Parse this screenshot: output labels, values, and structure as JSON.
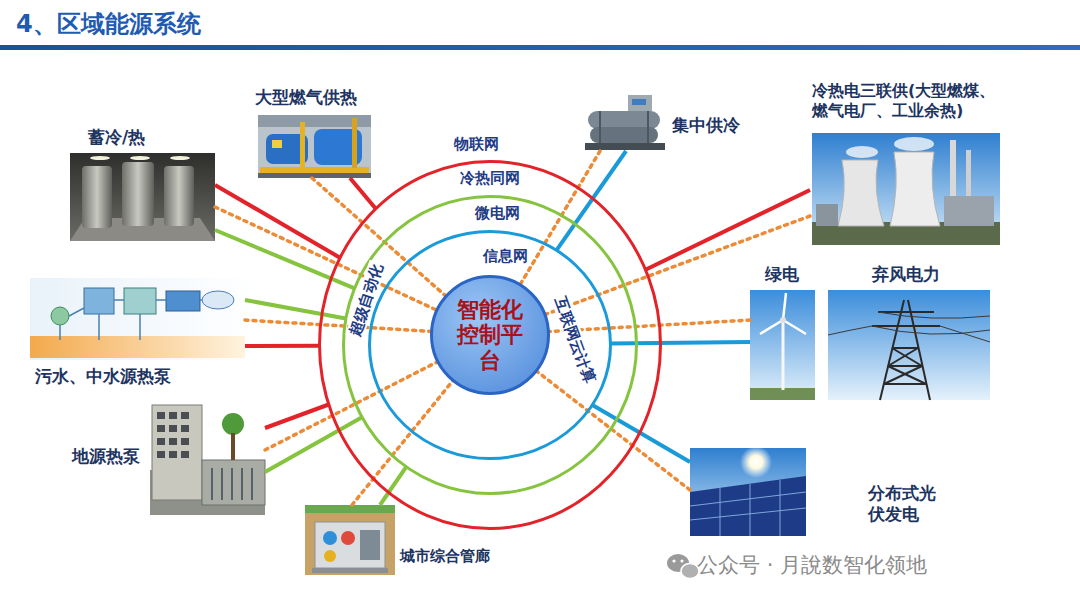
{
  "diagram": {
    "title": "4、区域能源系统",
    "nodes": [
      {
        "text": [
          "物联网",
          "冷热同网"
        ]
      },
      {
        "text": [
          "微电网",
          "超级自动化"
        ],
        "in": 0
      },
      {
        "text": [
          "信息网",
          "互联网云计算"
        ],
        "in": 1
      },
      {
        "text": [
          "智能化 控制平 台"
        ],
        "in": 2
      },
      {
        "text": [
          "蓄冷/热"
        ]
      },
      {
        "text": [
          "大型燃气供热"
        ]
      },
      {
        "text": [
          "集中供冷"
        ]
      },
      {
        "text": [
          "冷热电三联供(大型燃煤、 燃气电厂、工业余热)"
        ]
      },
      {
        "text": [
          "绿电"
        ]
      },
      {
        "text": [
          "弃风电力"
        ]
      },
      {
        "text": [
          "分布式光 伏发电"
        ]
      },
      {
        "text": [
          "城市综合管廊"
        ]
      },
      {
        "text": [
          "地源热泵"
        ]
      },
      {
        "text": [
          "污水、中水源热泵"
        ]
      }
    ],
    "edges": [
      {
        "from": 4,
        "to": 0,
        "arrow": "none"
      },
      {
        "from": 4,
        "to": 1,
        "arrow": "none"
      },
      {
        "from": 4,
        "to": 3,
        "arrow": "none"
      },
      {
        "from": 5,
        "to": 0,
        "arrow": "none"
      },
      {
        "from": 5,
        "to": 3,
        "arrow": "none"
      },
      {
        "from": 6,
        "to": 2,
        "arrow": "none"
      },
      {
        "from": 6,
        "to": 3,
        "arrow": "none"
      },
      {
        "from": 7,
        "to": 0,
        "arrow": "none"
      },
      {
        "from": 7,
        "to": 3,
        "arrow": "none"
      },
      {
        "from": 8,
        "to": 2,
        "arrow": "none"
      },
      {
        "from": 8,
        "to": 3,
        "arrow": "none"
      },
      {
        "from": 10,
        "to": 2,
        "arrow": "none"
      },
      {
        "from": 10,
        "to": 3,
        "arrow": "none"
      },
      {
        "from": 11,
        "to": 1,
        "arrow": "none"
      },
      {
        "from": 11,
        "to": 3,
        "arrow": "none"
      },
      {
        "from": 12,
        "to": 0,
        "arrow": "none"
      },
      {
        "from": 12,
        "to": 1,
        "arrow": "none"
      },
      {
        "from": 12,
        "to": 3,
        "arrow": "none"
      },
      {
        "from": 13,
        "to": 1,
        "arrow": "none"
      },
      {
        "from": 13,
        "to": 3,
        "arrow": "none"
      },
      {
        "from": 13,
        "to": 0,
        "arrow": "none"
      }
    ],
    "labels": [
      "公众号 · 月說数智化领地"
    ]
  }
}
